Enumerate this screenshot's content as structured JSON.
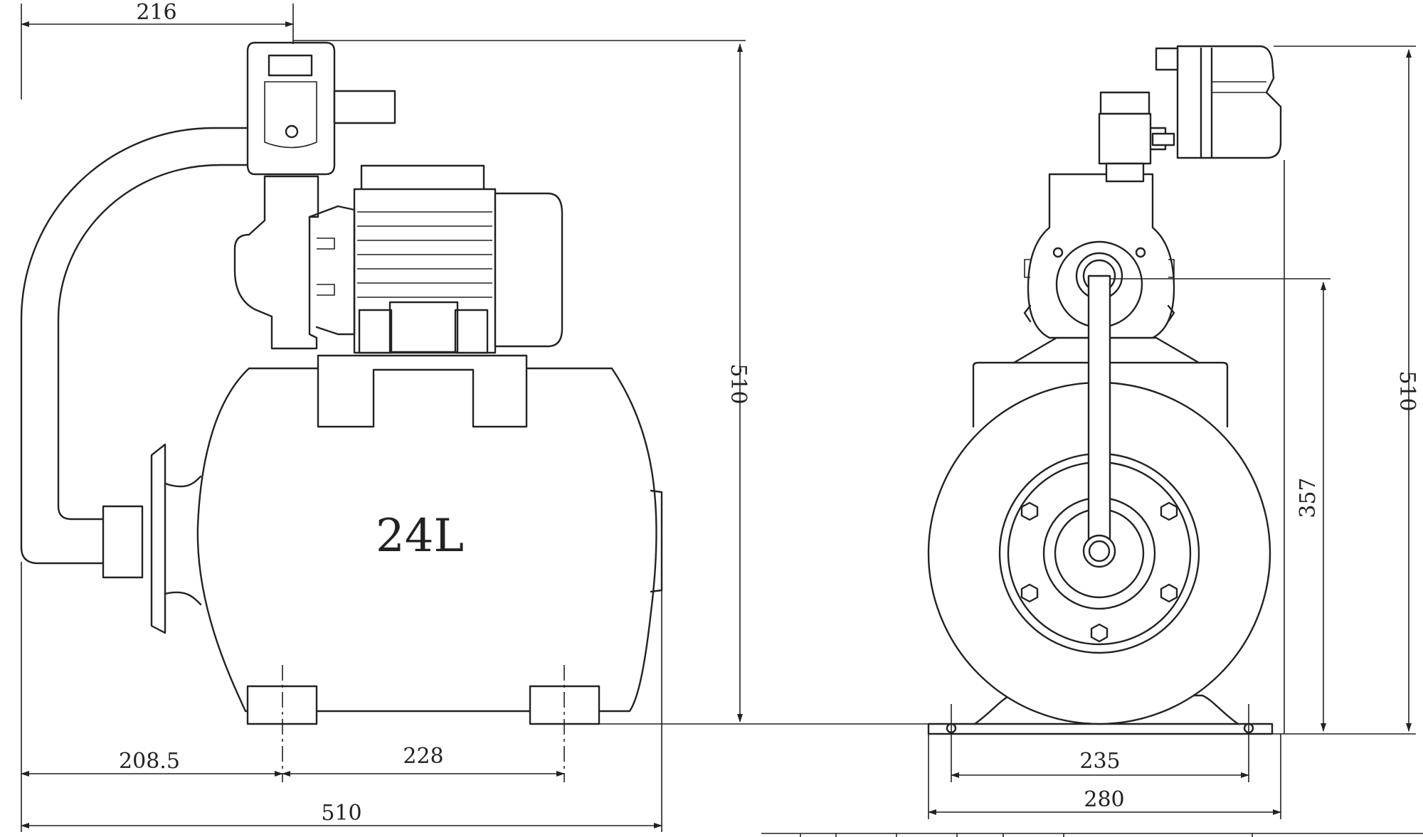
{
  "side_view": {
    "tank_label": "24L",
    "dim_top_width": "216",
    "dim_height": "510",
    "dim_foot_offset": "208.5",
    "dim_foot_spacing": "228",
    "dim_total_length": "510"
  },
  "end_view": {
    "dim_height": "510",
    "dim_outlet_height": "357",
    "dim_base_hole_spacing": "235",
    "dim_base_width": "280"
  }
}
